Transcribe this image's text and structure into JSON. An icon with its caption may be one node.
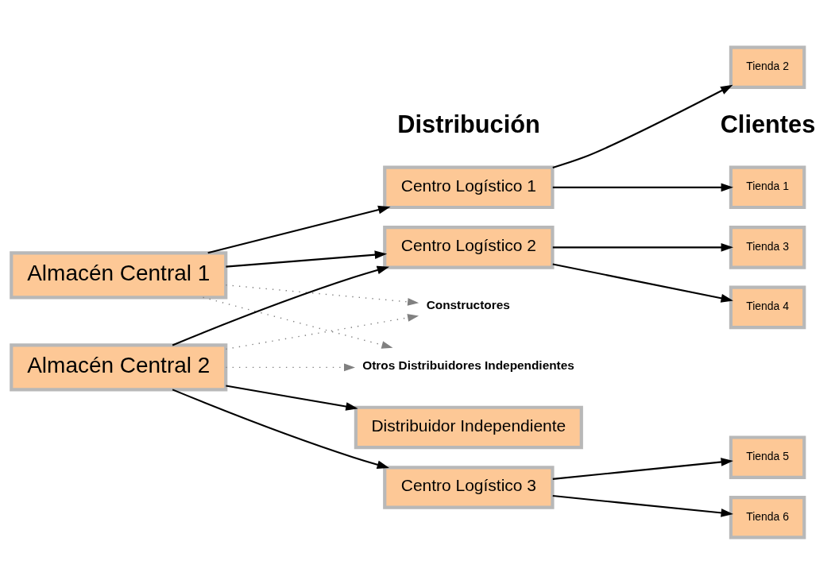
{
  "diagram": {
    "nodes": [
      {
        "text": [
          "Constructores"
        ]
      },
      {
        "text": [
          "Almacén Central 1"
        ]
      },
      {
        "text": [
          "Almacén Central 2"
        ]
      },
      {
        "text": [
          "Otros Distribuidores Independientes"
        ]
      },
      {
        "text": [
          "Centro Logístico 1"
        ]
      },
      {
        "text": [
          "Centro Logístico 2"
        ]
      },
      {
        "text": [
          "Centro Logístico 3"
        ]
      },
      {
        "text": [
          "Distribuidor Independiente"
        ]
      },
      {
        "text": [
          "Tienda 1"
        ]
      },
      {
        "text": [
          "Tienda 2"
        ]
      },
      {
        "text": [
          "Tienda 3"
        ]
      },
      {
        "text": [
          "Tienda 4"
        ]
      },
      {
        "text": [
          "Tienda 5"
        ]
      },
      {
        "text": [
          "Tienda 6"
        ]
      }
    ],
    "edges": [
      {
        "from": 1,
        "to": 4,
        "arrow": "to"
      },
      {
        "from": 1,
        "to": 5,
        "arrow": "to"
      },
      {
        "from": 2,
        "to": 5,
        "arrow": "to"
      },
      {
        "from": 2,
        "to": 6,
        "arrow": "to"
      },
      {
        "from": 2,
        "to": 7,
        "arrow": "to"
      },
      {
        "from": 4,
        "to": 8,
        "arrow": "to"
      },
      {
        "from": 4,
        "to": 9,
        "arrow": "to"
      },
      {
        "from": 5,
        "to": 10,
        "arrow": "to"
      },
      {
        "from": 5,
        "to": 11,
        "arrow": "to"
      },
      {
        "from": 6,
        "to": 12,
        "arrow": "to"
      },
      {
        "from": 6,
        "to": 13,
        "arrow": "to"
      },
      {
        "from": 1,
        "to": 0,
        "arrow": "to",
        "style": "dashed",
        "color": "#808080"
      },
      {
        "from": 2,
        "to": 0,
        "arrow": "to",
        "style": "dashed",
        "color": "#808080"
      },
      {
        "from": 1,
        "to": 3,
        "arrow": "to",
        "style": "dashed",
        "color": "#808080"
      },
      {
        "from": 2,
        "to": 3,
        "arrow": "to",
        "style": "dashed",
        "color": "#808080"
      }
    ],
    "labels": [
      "Distribución",
      "Clientes"
    ]
  }
}
